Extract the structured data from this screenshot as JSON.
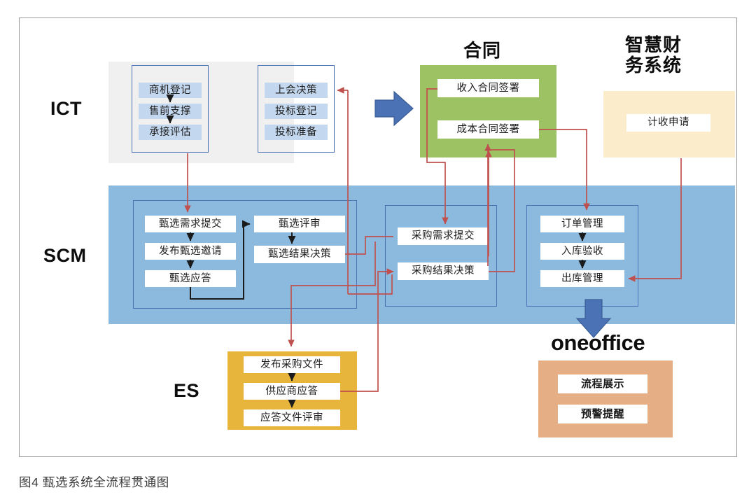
{
  "figure": {
    "caption": "图4  甄选系统全流程贯通图"
  },
  "colors": {
    "ict_panel": "#f0f0f0",
    "scm_panel": "#8cbadf",
    "contract_panel": "#9cc263",
    "finance_panel": "#fbeccb",
    "es_panel": "#e8b53c",
    "oneoffice_panel": "#e5ae84",
    "node_blue": "#c3d7ee",
    "node_white": "#ffffff",
    "subgroup_border": "#4a72b4",
    "connector_red": "#c0504d",
    "connector_black": "#1b1b1b",
    "big_arrow": "#4a72b4",
    "frame_border": "#9a9a9a"
  },
  "zones": {
    "ict": {
      "label": "ICT",
      "groups": [
        {
          "name": "presales",
          "nodes": [
            "商机登记",
            "售前支撑",
            "承接评估"
          ]
        },
        {
          "name": "bidding",
          "nodes": [
            "上会决策",
            "投标登记",
            "投标准备"
          ]
        }
      ]
    },
    "contract": {
      "label": "合同",
      "nodes": [
        "收入合同签署",
        "成本合同签署"
      ]
    },
    "finance": {
      "label_line1": "智慧财",
      "label_line2": "务系统",
      "nodes": [
        "计收申请"
      ]
    },
    "scm": {
      "label": "SCM",
      "groups": [
        {
          "name": "selection",
          "nodes_left": [
            "甄选需求提交",
            "发布甄选邀请",
            "甄选应答"
          ],
          "nodes_right": [
            "甄选评审",
            "甄选结果决策"
          ]
        },
        {
          "name": "purchase",
          "nodes": [
            "采购需求提交",
            "采购结果决策"
          ]
        },
        {
          "name": "warehouse",
          "nodes": [
            "订单管理",
            "入库验收",
            "出库管理"
          ]
        }
      ]
    },
    "es": {
      "label": "ES",
      "nodes": [
        "发布采购文件",
        "供应商应答",
        "应答文件评审"
      ]
    },
    "oneoffice": {
      "label": "oneoffice",
      "nodes": [
        "流程展示",
        "预警提醒"
      ]
    }
  },
  "connectors": {
    "black_flow": [
      "商机登记 → 售前支撑",
      "售前支撑 → 承接评估",
      "甄选需求提交 → 发布甄选邀请",
      "发布甄选邀请 → 甄选应答",
      "甄选应答 → 甄选评审",
      "甄选评审 → 甄选结果决策",
      "订单管理 → 入库验收",
      "入库验收 → 出库管理",
      "发布采购文件 → 供应商应答",
      "供应商应答 → 应答文件评审"
    ],
    "red_flow": [
      "承接评估 → 甄选需求提交",
      "收入合同签署 → 采购需求提交",
      "甄选结果决策 → 采购需求提交",
      "采购结果决策 → 成本合同签署",
      "成本合同签署 → 订单管理",
      "计收申请 → 出库管理",
      "采购需求提交 → 发布采购文件",
      "供应商应答 → 采购结果决策",
      "上会决策 ← 采购结果决策"
    ],
    "big_blue_arrows": [
      "ICT → 合同",
      "SCM → oneoffice"
    ]
  }
}
